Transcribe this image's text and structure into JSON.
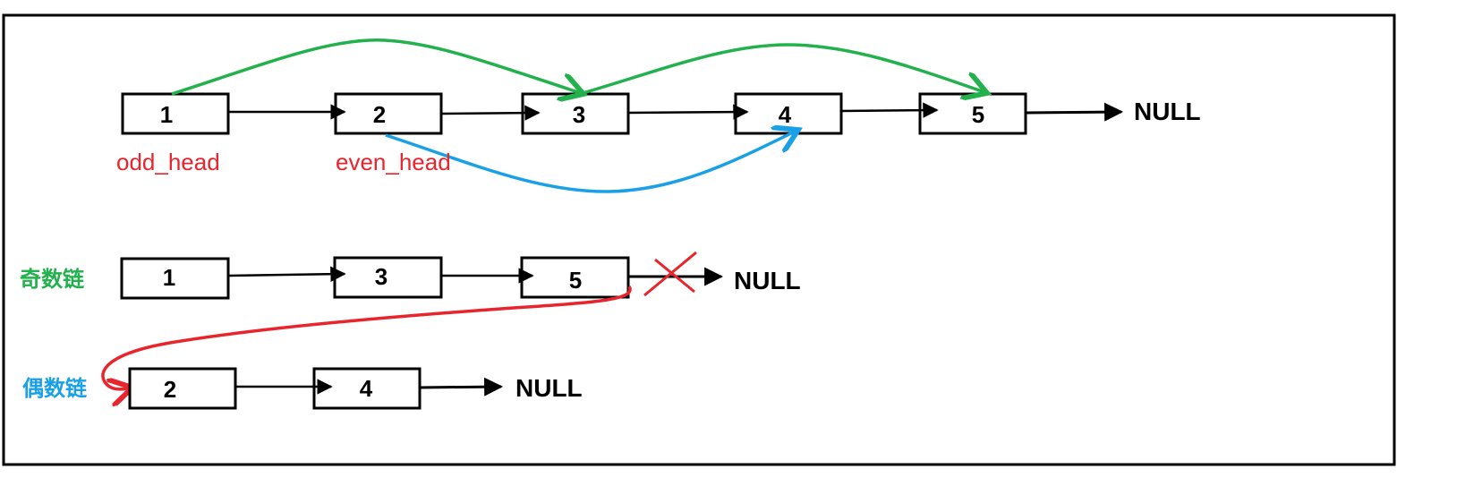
{
  "colors": {
    "node_border": "#000000",
    "arrow": "#000000",
    "odd_link": "#22b14c",
    "even_link": "#1aa0e6",
    "pointer_label": "#e8242c",
    "odd_chain_label": "#22b14c",
    "even_chain_label": "#1aa0e6",
    "cross": "#e8242c",
    "relink": "#e8242c"
  },
  "original_list": {
    "nodes": [
      "1",
      "2",
      "3",
      "4",
      "5"
    ],
    "terminator": "NULL",
    "pointers": {
      "odd_head": "odd_head",
      "even_head": "even_head"
    }
  },
  "odd_chain": {
    "label": "奇数链",
    "nodes": [
      "1",
      "3",
      "5"
    ],
    "terminator": "NULL"
  },
  "even_chain": {
    "label": "偶数链",
    "nodes": [
      "2",
      "4"
    ],
    "terminator": "NULL"
  }
}
